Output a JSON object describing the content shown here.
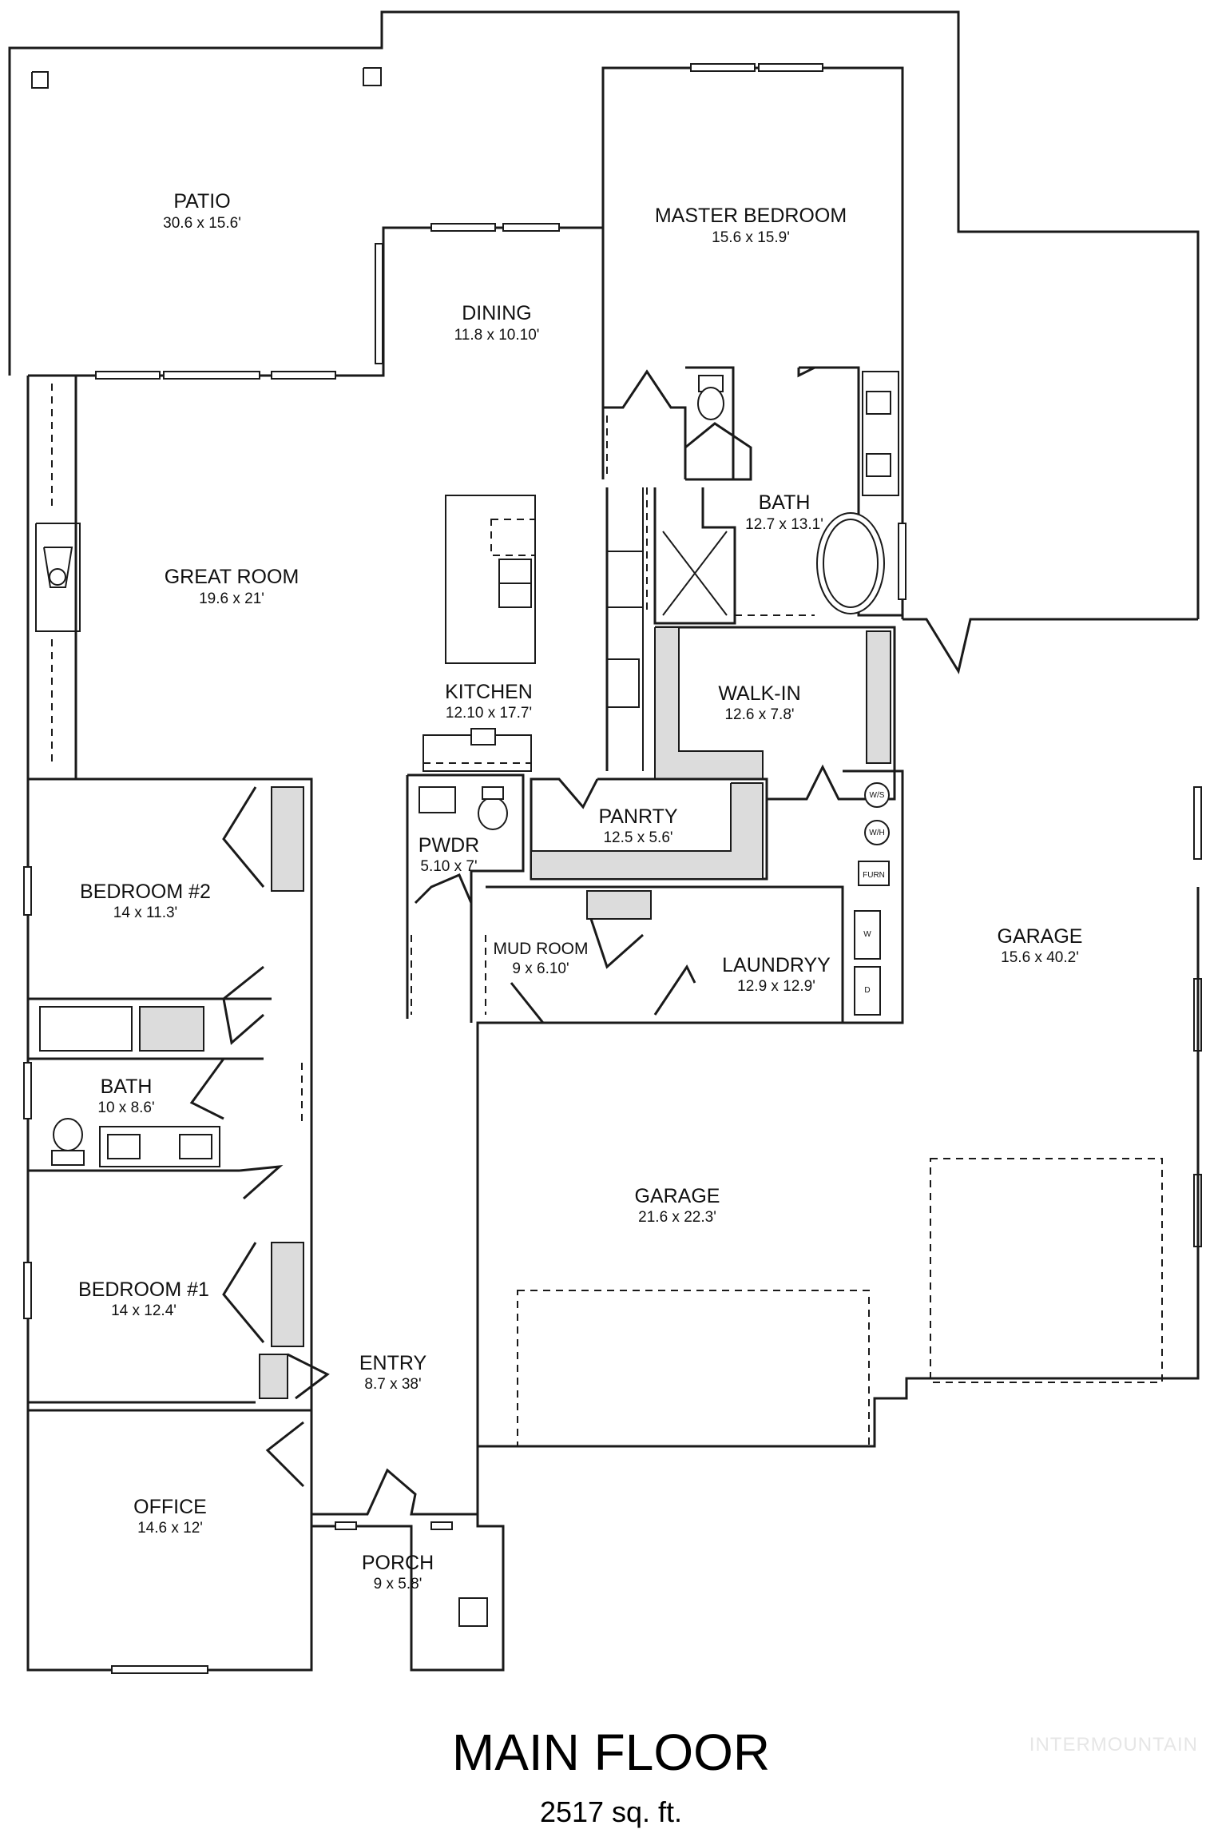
{
  "rooms": {
    "patio": {
      "name": "PATIO",
      "dims": "30.6 x 15.6'"
    },
    "dining": {
      "name": "DINING",
      "dims": "11.8 x 10.10'"
    },
    "master_bedroom": {
      "name": "MASTER BEDROOM",
      "dims": "15.6 x 15.9'"
    },
    "great_room": {
      "name": "GREAT ROOM",
      "dims": "19.6 x 21'"
    },
    "master_bath": {
      "name": "BATH",
      "dims": "12.7 x 13.1'"
    },
    "kitchen": {
      "name": "KITCHEN",
      "dims": "12.10 x 17.7'"
    },
    "walk_in": {
      "name": "WALK-IN",
      "dims": "12.6 x 7.8'"
    },
    "pantry": {
      "name": "PANRTY",
      "dims": "12.5 x 5.6'"
    },
    "powder": {
      "name": "PWDR",
      "dims": "5.10 x 7'"
    },
    "bedroom_2": {
      "name": "BEDROOM #2",
      "dims": "14 x 11.3'"
    },
    "garage_rear": {
      "name": "GARAGE",
      "dims": "15.6 x 40.2'"
    },
    "mud_room": {
      "name": "MUD ROOM",
      "dims": "9 x 6.10'"
    },
    "laundry": {
      "name": "LAUNDRYY",
      "dims": "12.9 x 12.9'"
    },
    "hall_bath": {
      "name": "BATH",
      "dims": "10 x 8.6'"
    },
    "garage_main": {
      "name": "GARAGE",
      "dims": "21.6 x 22.3'"
    },
    "bedroom_1": {
      "name": "BEDROOM #1",
      "dims": "14 x 12.4'"
    },
    "entry": {
      "name": "ENTRY",
      "dims": "8.7 x 38'"
    },
    "office": {
      "name": "OFFICE",
      "dims": "14.6 x 12'"
    },
    "porch": {
      "name": "PORCH",
      "dims": "9 x 5.8'"
    }
  },
  "appliances": {
    "ws": "W/S",
    "wh": "W/H",
    "furnace": "FURN",
    "washer": "W",
    "dryer": "D"
  },
  "footer": {
    "title": "MAIN FLOOR",
    "area": "2517 sq. ft.",
    "watermark": "INTERMOUNTAIN"
  }
}
